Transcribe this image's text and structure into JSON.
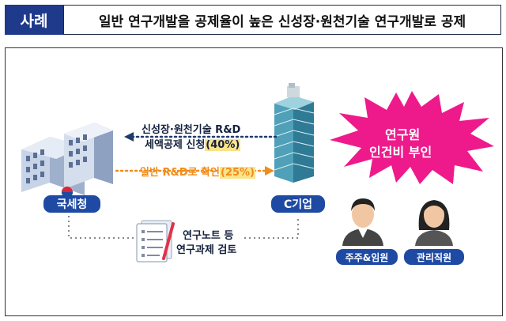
{
  "header": {
    "tag": "사례",
    "title": "일반 연구개발을 공제율이 높은 신성장·원천기술 연구개발로 공제"
  },
  "diagram": {
    "nts_label": "국세청",
    "company_label": "C기업",
    "claim_line1": "신성장·원천기술 R&D",
    "claim_line2_text": "세액공제 신청",
    "claim_line2_rate": "(40%)",
    "confirm_text": "일반 R&D로 확인",
    "confirm_rate": "(25%)",
    "review_line1": "연구노트 등",
    "review_line2": "연구과제 검토",
    "burst_line1": "연구원",
    "burst_line2": "인건비 부인",
    "person1_label": "주주&임원",
    "person2_label": "관리직원"
  },
  "colors": {
    "header_tag": "#1f3a8a",
    "pill": "#1f4aa3",
    "burst": "#ee1a8c",
    "orange": "#f08c1a",
    "highlight": "#fbe38a"
  }
}
